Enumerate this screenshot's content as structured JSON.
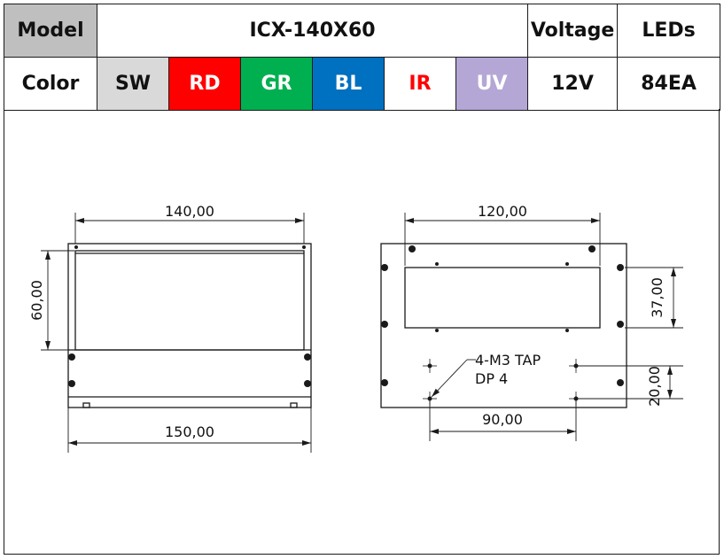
{
  "spec_table": {
    "row1": {
      "model_label": "Model",
      "model_value": "ICX-140X60",
      "voltage_label": "Voltage",
      "leds_label": "LEDs"
    },
    "row2": {
      "color_label": "Color",
      "colors": [
        {
          "code": "SW",
          "bg": "#d9d9d9",
          "fg": "#111111"
        },
        {
          "code": "RD",
          "bg": "#ff0000",
          "fg": "#ffffff"
        },
        {
          "code": "GR",
          "bg": "#00b050",
          "fg": "#ffffff"
        },
        {
          "code": "BL",
          "bg": "#0070c0",
          "fg": "#ffffff"
        },
        {
          "code": "IR",
          "bg": "#ffffff",
          "fg": "#ff0000"
        },
        {
          "code": "UV",
          "bg": "#b4a7d6",
          "fg": "#ffffff"
        }
      ],
      "voltage_value": "12V",
      "leds_value": "84EA"
    }
  },
  "front_view": {
    "dim_top": "140,00",
    "dim_left": "60,00",
    "dim_bottom": "150,00"
  },
  "rear_view": {
    "dim_top": "120,00",
    "dim_right_upper": "37,00",
    "dim_right_lower": "20,00",
    "dim_bottom": "90,00",
    "tap_note_line1": "4-M3 TAP",
    "tap_note_line2": "DP 4"
  },
  "colors": {
    "header_gray": "#bfbfbf",
    "line": "#1a1a1a"
  }
}
